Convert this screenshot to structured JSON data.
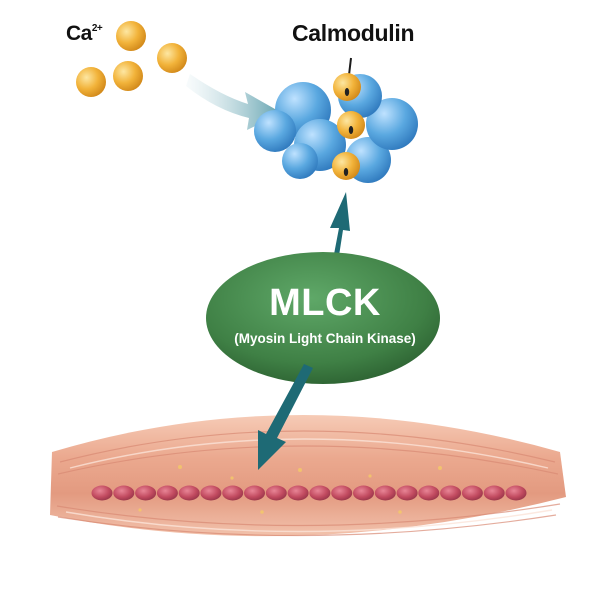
{
  "labels": {
    "calcium": "Ca",
    "calcium_charge": "2+",
    "calmodulin": "Calmodulin",
    "enzyme_abbrev": "MLCK",
    "enzyme_full": "(Myosin Light Chain Kinase)"
  },
  "icons": {
    "calcium_ion": "calcium-ion-icon",
    "calmodulin": "calmodulin-protein-icon",
    "enzyme": "mlck-enzyme-icon",
    "muscle": "smooth-muscle-fiber-icon",
    "myosin": "myosin-bead-icon"
  },
  "colors": {
    "calcium": "#f2b33a",
    "calmodulin": "#5aa8e0",
    "enzyme": "#3f8045",
    "arrow": "#1e6a75",
    "muscle": "#e6a68e",
    "myosin": "#c24b60"
  }
}
